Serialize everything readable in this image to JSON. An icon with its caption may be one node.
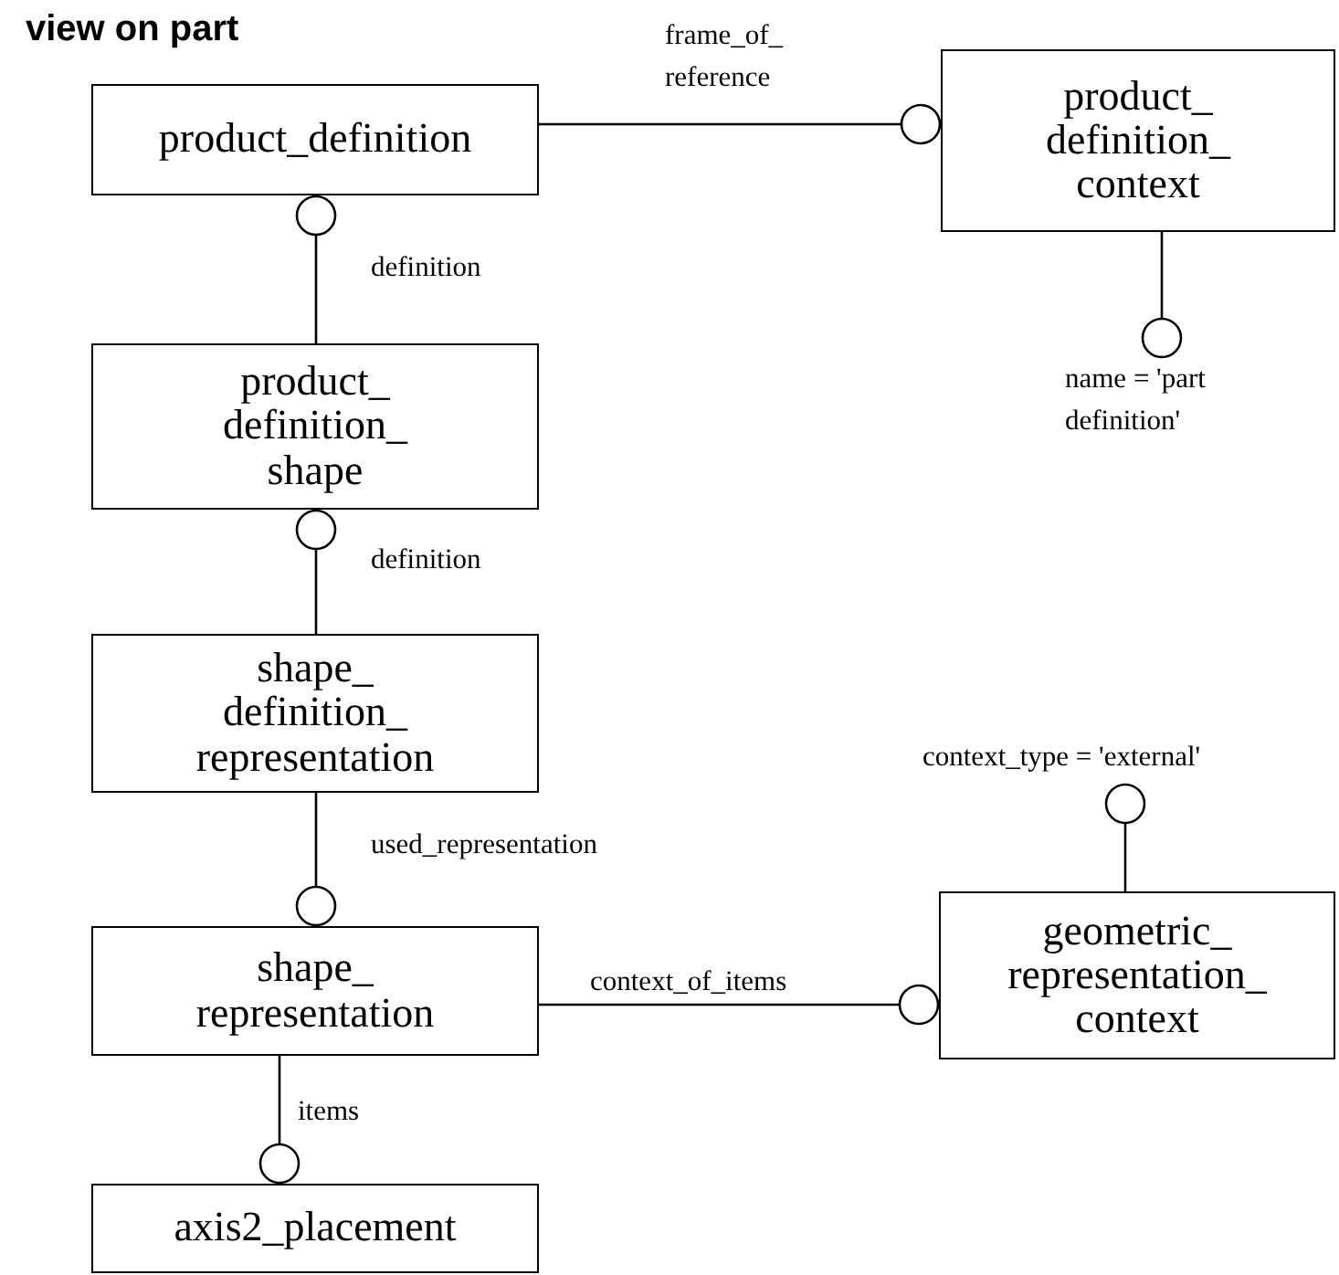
{
  "diagram": {
    "title": "view on part",
    "nodes": [
      {
        "text": [
          "product_definition"
        ]
      },
      {
        "text": [
          "product_ definition_ context"
        ]
      },
      {
        "text": [
          "name = 'part definition'"
        ]
      },
      {
        "text": [
          "product_ definition_ shape"
        ]
      },
      {
        "text": [
          "shape_ definition_ representation"
        ]
      },
      {
        "text": [
          "context_type = 'external'"
        ]
      },
      {
        "text": [
          "shape_ representation"
        ]
      },
      {
        "text": [
          "geometric_ representation_ context"
        ]
      },
      {
        "text": [
          "axis2_placement"
        ]
      }
    ],
    "edges": [
      {
        "from": 0,
        "to": 1,
        "arrow": "other",
        "label": "frame_of_ reference"
      },
      {
        "from": 1,
        "to": 2,
        "arrow": "other"
      },
      {
        "from": 3,
        "to": 0,
        "arrow": "other",
        "label": "definition"
      },
      {
        "from": 4,
        "to": 3,
        "arrow": "other",
        "label": "definition"
      },
      {
        "from": 4,
        "to": 6,
        "arrow": "other",
        "label": "used_representation"
      },
      {
        "from": 6,
        "to": 7,
        "arrow": "other",
        "label": "context_of_items"
      },
      {
        "from": 7,
        "to": 5,
        "arrow": "other"
      },
      {
        "from": 6,
        "to": 8,
        "arrow": "other",
        "label": "items"
      }
    ]
  }
}
